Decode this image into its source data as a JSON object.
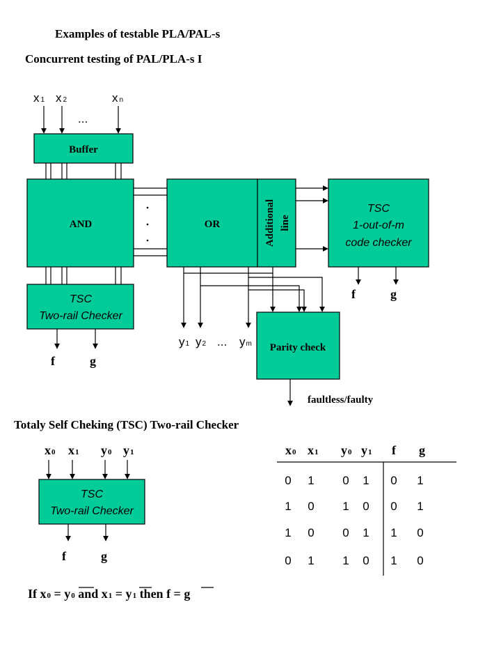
{
  "titles": {
    "heading": "Examples of testable PLA/PAL-s",
    "subheading": "Concurrent testing of PAL/PLA-s I",
    "section2": "Totaly Self Cheking (TSC) Two-rail Checker"
  },
  "inputs": {
    "x1_base": "x",
    "x1_sub": "1",
    "x2_base": "x",
    "x2_sub": "2",
    "xn_base": "x",
    "xn_sub": "n",
    "dots": "..."
  },
  "blocks": {
    "buffer": "Buffer",
    "and": "AND",
    "or": "OR",
    "additional_line_1": "Additional",
    "additional_line_2": "line",
    "tsc_top_line1": "TSC",
    "tsc_top_line2": "1-out-of-m",
    "tsc_top_line3": "code checker",
    "tsc_left_line1": "TSC",
    "tsc_left_line2": "Two-rail Checker",
    "parity": "Parity check",
    "tsc_bottom_line1": "TSC",
    "tsc_bottom_line2": "Two-rail Checker"
  },
  "outputs": {
    "f": "f",
    "g": "g",
    "y1_base": "y",
    "y1_sub": "1",
    "y2_base": "y",
    "y2_sub": "2",
    "ym_base": "y",
    "ym_sub": "m",
    "dots": "...",
    "parity_out": "faultless/faulty"
  },
  "bottom_inputs": {
    "x0_base": "x",
    "x0_sub": "0",
    "x1_base": "x",
    "x1_sub": "1",
    "y0_base": "y",
    "y0_sub": "0",
    "y1_base": "y",
    "y1_sub": "1"
  },
  "truth_table": {
    "headers": [
      {
        "base": "x",
        "sub": "0"
      },
      {
        "base": "x",
        "sub": "1"
      },
      {
        "base": "y",
        "sub": "0"
      },
      {
        "base": "y",
        "sub": "1"
      },
      {
        "base": "f",
        "sub": ""
      },
      {
        "base": "g",
        "sub": ""
      }
    ],
    "rows": [
      [
        "0",
        "1",
        "0",
        "1",
        "0",
        "1"
      ],
      [
        "1",
        "0",
        "1",
        "0",
        "0",
        "1"
      ],
      [
        "1",
        "0",
        "0",
        "1",
        "1",
        "0"
      ],
      [
        "0",
        "1",
        "1",
        "0",
        "1",
        "0"
      ]
    ]
  },
  "condition": {
    "t1": "If x",
    "s1": "0",
    "t2": " = y",
    "s2": "0",
    "t3": " and x",
    "s3": "1",
    "t4": " = y",
    "s4": "1",
    "t5": " then f = g"
  }
}
